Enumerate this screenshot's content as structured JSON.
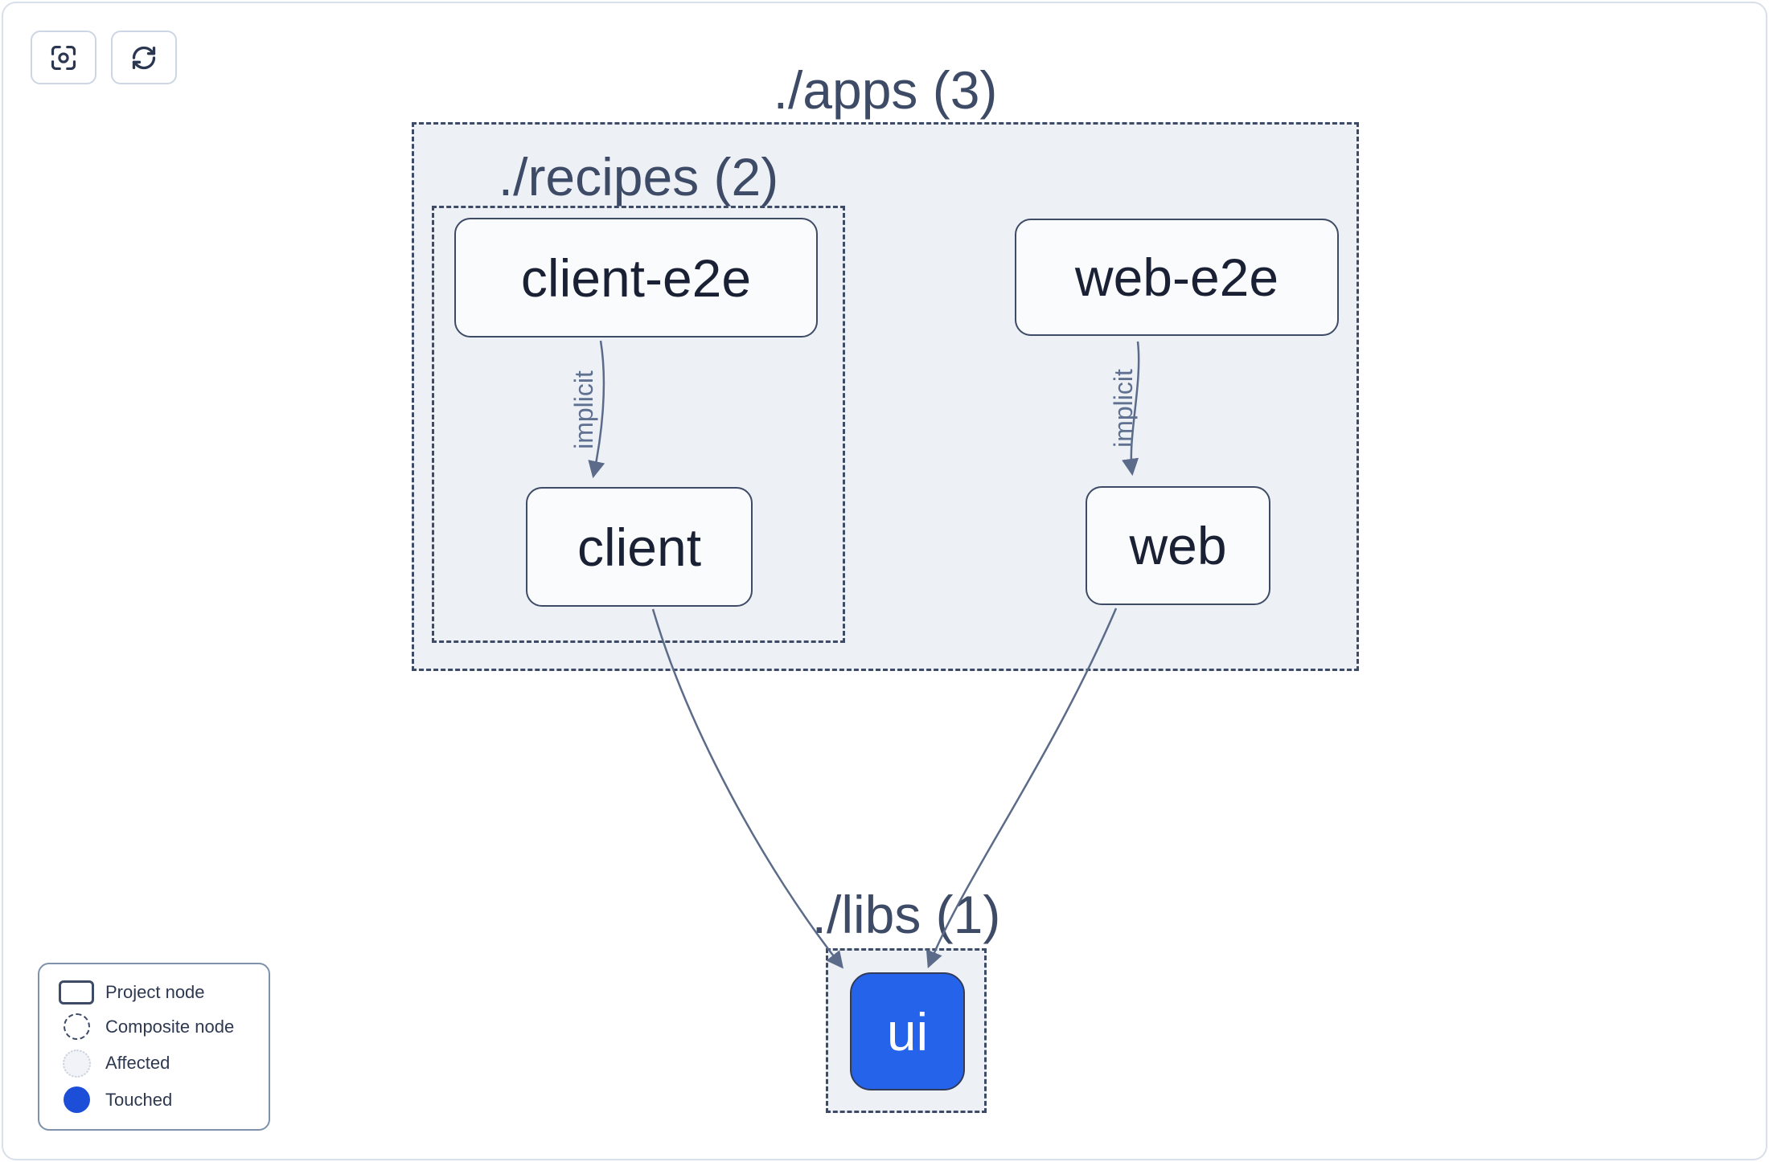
{
  "toolbar": {
    "buttons": [
      {
        "id": "focus",
        "icon": "focus-crosshair-icon"
      },
      {
        "id": "refresh",
        "icon": "refresh-arrows-icon"
      }
    ]
  },
  "graph": {
    "groups": [
      {
        "id": "apps",
        "label": "./apps (3)"
      },
      {
        "id": "recipes",
        "label": "./recipes (2)"
      },
      {
        "id": "libs",
        "label": "./libs (1)"
      }
    ],
    "nodes": [
      {
        "id": "client-e2e",
        "label": "client-e2e",
        "state": "normal"
      },
      {
        "id": "web-e2e",
        "label": "web-e2e",
        "state": "normal"
      },
      {
        "id": "client",
        "label": "client",
        "state": "normal"
      },
      {
        "id": "web",
        "label": "web",
        "state": "normal"
      },
      {
        "id": "ui",
        "label": "ui",
        "state": "touched"
      }
    ],
    "edges": [
      {
        "from": "client-e2e",
        "to": "client",
        "label": "implicit"
      },
      {
        "from": "web-e2e",
        "to": "web",
        "label": "implicit"
      },
      {
        "from": "client",
        "to": "ui",
        "label": ""
      },
      {
        "from": "web",
        "to": "ui",
        "label": ""
      }
    ]
  },
  "legend": {
    "items": [
      {
        "swatch": "project-node",
        "label": "Project node"
      },
      {
        "swatch": "composite-node",
        "label": "Composite node"
      },
      {
        "swatch": "affected",
        "label": "Affected"
      },
      {
        "swatch": "touched",
        "label": "Touched"
      }
    ]
  },
  "colors": {
    "group_fill": "#edf1f6",
    "dashed_border": "#3e4b66",
    "node_fill": "#fafbfd",
    "node_text": "#1a2134",
    "touched_node_fill": "#2563eb",
    "touched_swatch": "#1d4ed8",
    "edge": "#5b6b89",
    "edge_label": "#5f7090",
    "page_border": "#d9dfea",
    "legend_border": "#7f91ab"
  }
}
